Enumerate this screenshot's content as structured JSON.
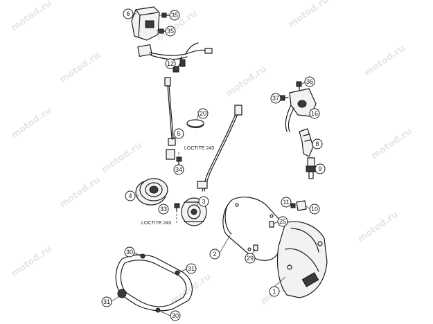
{
  "watermark": "motod.ru",
  "notes": [
    {
      "id": "loctite-upper",
      "text": "LOCTITE 243"
    },
    {
      "id": "loctite-lower",
      "text": "LOCTITE 243"
    }
  ],
  "callouts": [
    {
      "id": "c6",
      "label": "6"
    },
    {
      "id": "c35a",
      "label": "35"
    },
    {
      "id": "c35b",
      "label": "35"
    },
    {
      "id": "c12",
      "label": "12"
    },
    {
      "id": "c20",
      "label": "20"
    },
    {
      "id": "c5",
      "label": "5"
    },
    {
      "id": "c34",
      "label": "34"
    },
    {
      "id": "c4",
      "label": "4"
    },
    {
      "id": "c3",
      "label": "3"
    },
    {
      "id": "c33",
      "label": "33"
    },
    {
      "id": "c36",
      "label": "36"
    },
    {
      "id": "c37",
      "label": "37"
    },
    {
      "id": "c16",
      "label": "16"
    },
    {
      "id": "c8",
      "label": "8"
    },
    {
      "id": "c9",
      "label": "9"
    },
    {
      "id": "c11",
      "label": "11"
    },
    {
      "id": "c10",
      "label": "10"
    },
    {
      "id": "c25",
      "label": "25"
    },
    {
      "id": "c2",
      "label": "2"
    },
    {
      "id": "c29",
      "label": "29"
    },
    {
      "id": "c30a",
      "label": "30"
    },
    {
      "id": "c31a",
      "label": "31"
    },
    {
      "id": "c31b",
      "label": "31"
    },
    {
      "id": "c30b",
      "label": "30"
    },
    {
      "id": "c1",
      "label": "1"
    }
  ]
}
